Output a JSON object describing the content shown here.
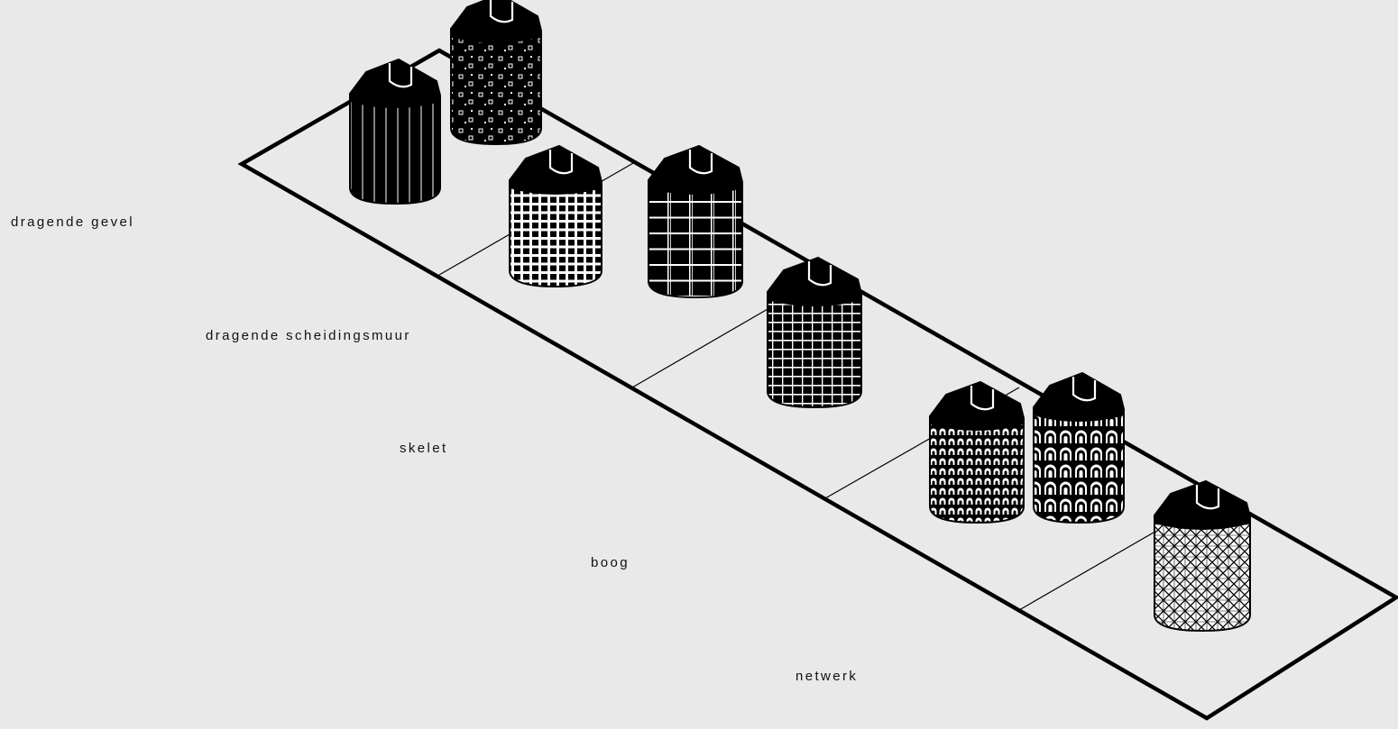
{
  "diagram": {
    "labels": [
      "dragende gevel",
      "dragende scheidingsmuur",
      "skelet",
      "boog",
      "netwerk"
    ],
    "colors": {
      "background": "#e9e9e9",
      "ink": "#000000",
      "paper": "#ffffff"
    },
    "buildings": [
      {
        "category": "dragende gevel",
        "pattern": "vertical-stripes"
      },
      {
        "category": "dragende gevel",
        "pattern": "punched-windows"
      },
      {
        "category": "dragende scheidingsmuur",
        "pattern": "fine-grid"
      },
      {
        "category": "dragende scheidingsmuur",
        "pattern": "coarse-grid"
      },
      {
        "category": "skelet",
        "pattern": "grid"
      },
      {
        "category": "boog",
        "pattern": "small-arches"
      },
      {
        "category": "boog",
        "pattern": "large-arches"
      },
      {
        "category": "netwerk",
        "pattern": "diagrid"
      }
    ]
  }
}
